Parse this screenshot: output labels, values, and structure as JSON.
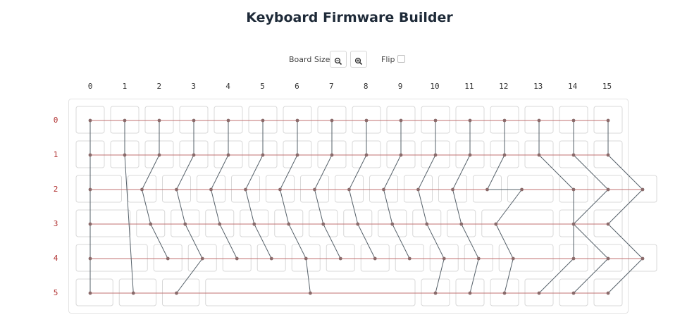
{
  "page": {
    "title": "Keyboard Firmware Builder"
  },
  "toolbar": {
    "board_size_label": "Board Size",
    "zoom_out_icon": "zoom-out-icon",
    "zoom_in_icon": "zoom-in-icon",
    "flip_label": "Flip",
    "flip_checked": false
  },
  "columns": [
    "0",
    "1",
    "2",
    "3",
    "4",
    "5",
    "6",
    "7",
    "8",
    "9",
    "10",
    "11",
    "12",
    "13",
    "14",
    "15"
  ],
  "rows": [
    "0",
    "1",
    "2",
    "3",
    "4",
    "5"
  ],
  "colors": {
    "row_wire": "#c07070",
    "col_wire": "#56616a",
    "node": "#8a6a6a",
    "key_border": "#d8d8d8",
    "row_label": "#b03030"
  },
  "keyboard": {
    "rows": [
      {
        "row": 0,
        "keys": [
          {
            "w": 1,
            "col": 0
          },
          {
            "w": 1,
            "col": 1
          },
          {
            "w": 1,
            "col": 2
          },
          {
            "w": 1,
            "col": 3
          },
          {
            "w": 1,
            "col": 4
          },
          {
            "w": 1,
            "col": 5
          },
          {
            "w": 1,
            "col": 6
          },
          {
            "w": 1,
            "col": 7
          },
          {
            "w": 1,
            "col": 8
          },
          {
            "w": 1,
            "col": 9
          },
          {
            "w": 1,
            "col": 10
          },
          {
            "w": 1,
            "col": 11
          },
          {
            "w": 1,
            "col": 12
          },
          {
            "w": 1,
            "col": 13
          },
          {
            "w": 1,
            "col": 14
          },
          {
            "w": 1,
            "col": 15
          }
        ]
      },
      {
        "row": 1,
        "keys": [
          {
            "w": 1,
            "col": 0
          },
          {
            "w": 1,
            "col": 1
          },
          {
            "w": 1,
            "col": 2
          },
          {
            "w": 1,
            "col": 3
          },
          {
            "w": 1,
            "col": 4
          },
          {
            "w": 1,
            "col": 5
          },
          {
            "w": 1,
            "col": 6
          },
          {
            "w": 1,
            "col": 7
          },
          {
            "w": 1,
            "col": 8
          },
          {
            "w": 1,
            "col": 9
          },
          {
            "w": 1,
            "col": 10
          },
          {
            "w": 1,
            "col": 11
          },
          {
            "w": 1,
            "col": 12
          },
          {
            "w": 1,
            "col": 13
          },
          {
            "w": 1,
            "col": 14
          },
          {
            "w": 1,
            "col": 15
          }
        ]
      },
      {
        "row": 2,
        "keys": [
          {
            "w": 1.5,
            "col": 0
          },
          {
            "w": 1,
            "col": 2
          },
          {
            "w": 1,
            "col": 3
          },
          {
            "w": 1,
            "col": 4
          },
          {
            "w": 1,
            "col": 5
          },
          {
            "w": 1,
            "col": 6
          },
          {
            "w": 1,
            "col": 7
          },
          {
            "w": 1,
            "col": 8
          },
          {
            "w": 1,
            "col": 9
          },
          {
            "w": 1,
            "col": 10
          },
          {
            "w": 1,
            "col": 11
          },
          {
            "w": 1,
            "col": 12
          },
          {
            "w": 1.5,
            "col": 12
          },
          {
            "w": 1,
            "col": 13
          },
          {
            "w": 1,
            "col": 14
          },
          {
            "w": 1,
            "col": 15
          }
        ]
      },
      {
        "row": 3,
        "keys": [
          {
            "w": 1.75,
            "col": 0
          },
          {
            "w": 1,
            "col": 2
          },
          {
            "w": 1,
            "col": 3
          },
          {
            "w": 1,
            "col": 4
          },
          {
            "w": 1,
            "col": 5
          },
          {
            "w": 1,
            "col": 6
          },
          {
            "w": 1,
            "col": 7
          },
          {
            "w": 1,
            "col": 8
          },
          {
            "w": 1,
            "col": 9
          },
          {
            "w": 1,
            "col": 10
          },
          {
            "w": 1,
            "col": 11
          },
          {
            "w": 2.25,
            "col": 12
          },
          {
            "w": 1,
            "col": 14
          },
          {
            "w": 1,
            "col": 15
          }
        ]
      },
      {
        "row": 4,
        "keys": [
          {
            "w": 2.25,
            "col": 0
          },
          {
            "w": 1,
            "col": 2
          },
          {
            "w": 1,
            "col": 3
          },
          {
            "w": 1,
            "col": 4
          },
          {
            "w": 1,
            "col": 5
          },
          {
            "w": 1,
            "col": 6
          },
          {
            "w": 1,
            "col": 7
          },
          {
            "w": 1,
            "col": 8
          },
          {
            "w": 1,
            "col": 9
          },
          {
            "w": 1,
            "col": 10
          },
          {
            "w": 1,
            "col": 11
          },
          {
            "w": 1.75,
            "col": 12
          },
          {
            "w": 1,
            "col": 13
          },
          {
            "w": 1,
            "col": 14
          },
          {
            "w": 1,
            "col": 15
          }
        ]
      },
      {
        "row": 5,
        "keys": [
          {
            "w": 1.25,
            "col": 0
          },
          {
            "w": 1.25,
            "col": 1
          },
          {
            "w": 1.25,
            "col": 3
          },
          {
            "w": 6.25,
            "col": 6
          },
          {
            "w": 1,
            "col": 10
          },
          {
            "w": 1,
            "col": 11
          },
          {
            "w": 1,
            "col": 12
          },
          {
            "w": 1,
            "col": 13
          },
          {
            "w": 1,
            "col": 14
          },
          {
            "w": 1,
            "col": 15
          }
        ]
      }
    ]
  }
}
